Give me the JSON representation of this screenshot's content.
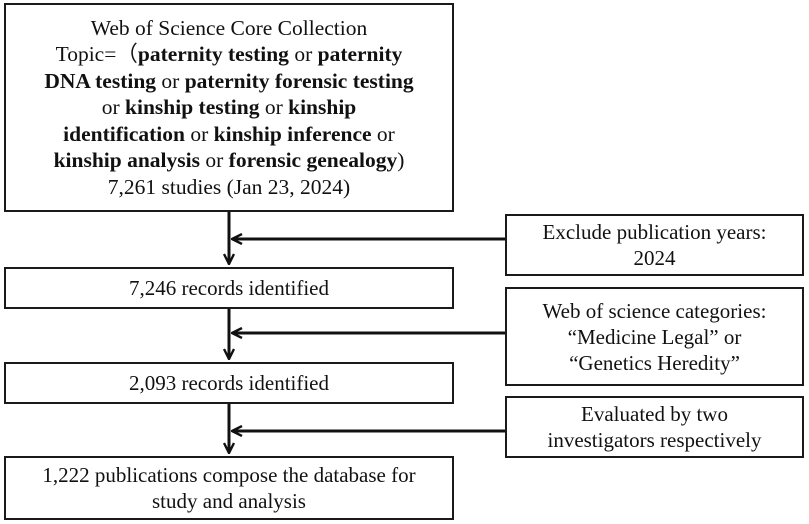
{
  "search": {
    "database": "Web of Science Core Collection",
    "topic_prefix": "Topic=（",
    "t1": "paternity testing",
    "or1": " or ",
    "t2": "paternity",
    "t2b": "DNA testing",
    "or2": " or ",
    "t3": "paternity forensic testing",
    "or3a": "or ",
    "t4": "kinship testing",
    "or4": " or ",
    "t5": "kinship",
    "t5b": "identification",
    "or5": " or ",
    "t6": "kinship inference",
    "or6": " or",
    "t7": "kinship analysis",
    "or7": " or ",
    "t8": "forensic genealogy",
    "close": ")",
    "count": "7,261 studies (Jan 23, 2024)"
  },
  "steps": {
    "records1": "7,246 records identified",
    "records2": "2,093 records identified",
    "final_line1": "1,222 publications compose the database for",
    "final_line2": "study and analysis"
  },
  "exclusions": {
    "e1_line1": "Exclude publication years:",
    "e1_line2": "2024",
    "e2_line1": "Web of science categories:",
    "e2_line2": "“Medicine Legal” or",
    "e2_line3": "“Genetics Heredity”",
    "e3_line1": "Evaluated by two",
    "e3_line2": "investigators respectively"
  }
}
